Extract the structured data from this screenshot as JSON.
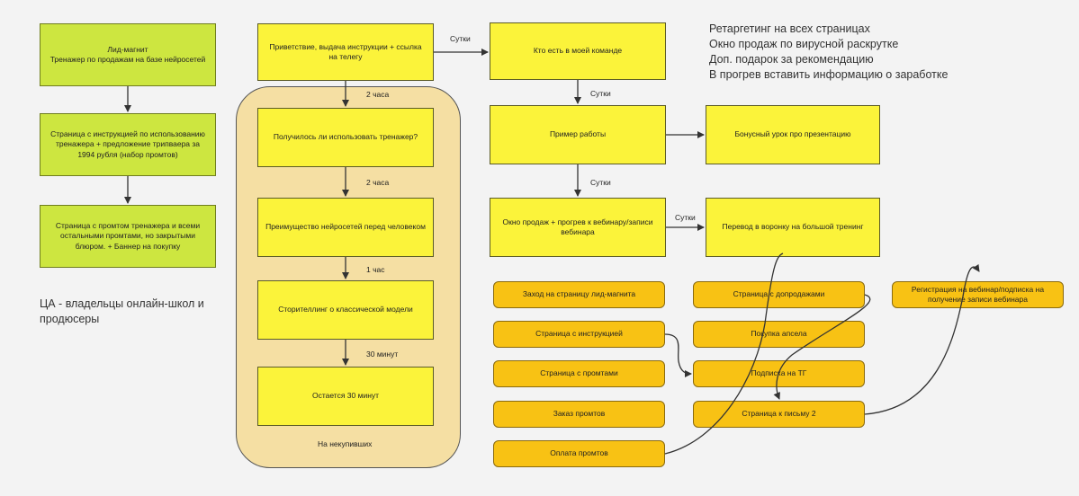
{
  "left_column": {
    "lead_magnet": "Лид-магнит\nТренажер по продажам на базе нейросетей",
    "instructions_page": "Страница с инструкцией по использованию тренажера + предложение трипваера за 1994 рубля (набор промтов)",
    "prompt_page": "Страница с промтом тренажера и всеми остальными промтами, но закрытыми блюром. + Баннер на покупку"
  },
  "audience": "ЦА - владельцы онлайн-школ и продюсеры",
  "middle_column": {
    "welcome": "Приветствие, выдача инструкции + ссылка на телегу",
    "q_used": "Получилось ли использовать тренажер?",
    "advantage": "Преимущество нейросетей перед человеком",
    "storytelling": "Сторителлинг о классической модели",
    "remaining": "Остается 30 минут",
    "container_label": "На некупивших",
    "delay_1": "2 часа",
    "delay_2": "2 часа",
    "delay_3": "1 час",
    "delay_4": "30 минут"
  },
  "right_flow": {
    "team": "Кто есть в моей команде",
    "example": "Пример работы",
    "bonus": "Бонусный урок про презентацию",
    "sales_window": "Окно продаж + прогрев к вебинару/записи вебинара",
    "funnel": "Перевод в воронку на большой тренинг",
    "delay_welcome_team": "Сутки",
    "delay_team_example": "Сутки",
    "delay_example_sales": "Сутки",
    "delay_sales_funnel": "Сутки"
  },
  "notes": "Ретаргетинг на всех страницах\nОкно продаж по вирусной раскрутке\nДоп. подарок за рекомендацию\nВ прогрев вставить информацию о заработке",
  "pages_col1": [
    "Заход на страницу лид-магнита",
    "Страница с инструкцией",
    "Страница с промтами",
    "Заказ промтов",
    "Оплата промтов"
  ],
  "pages_col2": [
    "Страница с допродажами",
    "Покупка апсела",
    "Подписка на ТГ",
    "Страница к письму 2"
  ],
  "pages_col3": [
    "Регистрация на вебинар/подписка на получение записи вебинара"
  ],
  "colors": {
    "green": "#cde640",
    "yellow": "#fbf33a",
    "orange": "#f8c214",
    "container": "#f5dfa3",
    "background": "#f3f3f3"
  }
}
